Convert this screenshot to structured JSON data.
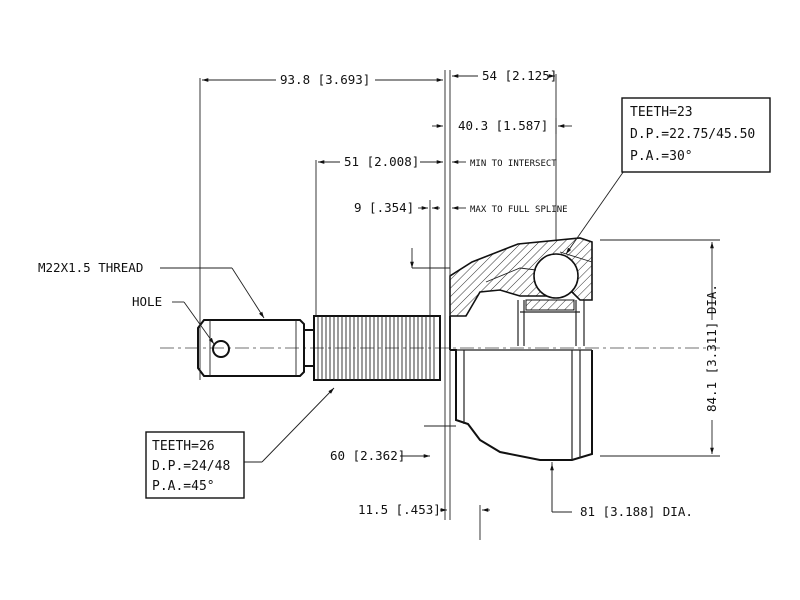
{
  "dimensions": {
    "overall_length": "93.8 [3.693]",
    "outer_length": "54 [2.125]",
    "inner_spline": "40.3 [1.587]",
    "stem_length": "51 [2.008]",
    "min_intersect": "MIN TO INTERSECT",
    "shoulder": "9 [.354]",
    "max_spline": "MAX TO FULL SPLINE",
    "body_dia": "84.1 [3.311] DIA.",
    "seal_dia": "60 [2.362]",
    "step": "11.5 [.453]",
    "outer_dia": "81 [3.188] DIA."
  },
  "labels": {
    "thread": "M22X1.5 THREAD",
    "hole": "HOLE"
  },
  "spec_outer": {
    "teeth": "TEETH=23",
    "dp": "D.P.=22.75/45.50",
    "pa": "P.A.=30°"
  },
  "spec_stem": {
    "teeth": "TEETH=26",
    "dp": "D.P.=24/48",
    "pa": "P.A.=45°"
  }
}
